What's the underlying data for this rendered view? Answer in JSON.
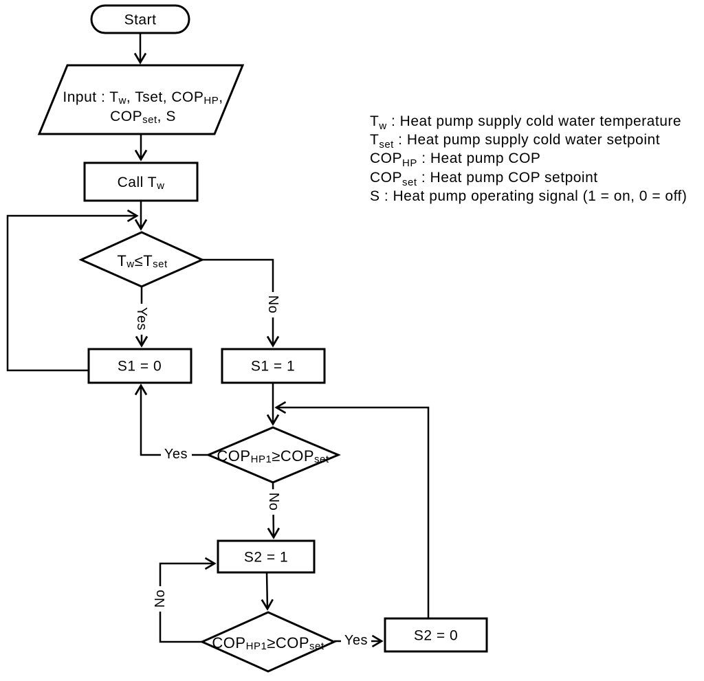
{
  "diagram": {
    "colors": {
      "line": "#000000",
      "background": "#ffffff",
      "text": "#000000"
    },
    "nodes": {
      "start": {
        "type": "terminator",
        "label": "Start"
      },
      "input": {
        "type": "io",
        "line1": [
          {
            "t": "Input : T"
          },
          {
            "t": "w",
            "sub": true
          },
          {
            "t": ", Tset, COP"
          },
          {
            "t": "HP",
            "sub": true
          },
          {
            "t": ","
          }
        ],
        "line2": [
          {
            "t": "COP"
          },
          {
            "t": "set",
            "sub": true
          },
          {
            "t": ", S"
          }
        ]
      },
      "call_tw": {
        "type": "process",
        "parts": [
          {
            "t": "Call T"
          },
          {
            "t": "w",
            "sub": true
          }
        ]
      },
      "decision_tw": {
        "type": "decision",
        "parts": [
          {
            "t": "T"
          },
          {
            "t": "w",
            "sub": true
          },
          {
            "t": "≤T"
          },
          {
            "t": "set",
            "sub": true
          }
        ]
      },
      "s1_zero": {
        "type": "process",
        "label": "S1 = 0"
      },
      "s1_one": {
        "type": "process",
        "label": "S1 = 1"
      },
      "decision_cop_upper": {
        "type": "decision",
        "parts": [
          {
            "t": "COP"
          },
          {
            "t": "HP1",
            "sub": true
          },
          {
            "t": "≥COP"
          },
          {
            "t": "set",
            "sub": true
          }
        ]
      },
      "s2_one": {
        "type": "process",
        "label": "S2 = 1"
      },
      "decision_cop_lower": {
        "type": "decision",
        "parts": [
          {
            "t": "COP"
          },
          {
            "t": "HP1",
            "sub": true
          },
          {
            "t": "≥COP"
          },
          {
            "t": "set",
            "sub": true
          }
        ]
      },
      "s2_zero": {
        "type": "process",
        "label": "S2 = 0"
      }
    },
    "edges": [
      {
        "from": "start",
        "to": "input"
      },
      {
        "from": "input",
        "to": "call_tw"
      },
      {
        "from": "call_tw",
        "to": "decision_tw"
      },
      {
        "from": "decision_tw",
        "to": "s1_zero",
        "label": "Yes"
      },
      {
        "from": "decision_tw",
        "to": "s1_one",
        "label": "No"
      },
      {
        "from": "s1_zero",
        "to": "decision_tw"
      },
      {
        "from": "s1_one",
        "to": "decision_cop_upper"
      },
      {
        "from": "decision_cop_upper",
        "to": "s1_zero",
        "label": "Yes"
      },
      {
        "from": "decision_cop_upper",
        "to": "s2_one",
        "label": "No"
      },
      {
        "from": "s2_one",
        "to": "decision_cop_lower"
      },
      {
        "from": "decision_cop_lower",
        "to": "s2_zero",
        "label": "Yes"
      },
      {
        "from": "decision_cop_lower",
        "to": "s2_one",
        "label": "No"
      },
      {
        "from": "s2_zero",
        "to": "decision_cop_upper"
      }
    ],
    "legend": {
      "lines": [
        {
          "parts": [
            {
              "t": "T"
            },
            {
              "t": "w",
              "sub": true
            },
            {
              "t": " : Heat pump supply cold water temperature"
            }
          ]
        },
        {
          "parts": [
            {
              "t": "T"
            },
            {
              "t": "set",
              "sub": true
            },
            {
              "t": " : Heat pump supply cold water setpoint"
            }
          ]
        },
        {
          "parts": [
            {
              "t": "COP"
            },
            {
              "t": "HP",
              "sub": true
            },
            {
              "t": " : Heat pump COP"
            }
          ]
        },
        {
          "parts": [
            {
              "t": "COP"
            },
            {
              "t": "set",
              "sub": true
            },
            {
              "t": " : Heat pump COP setpoint"
            }
          ]
        },
        {
          "parts": [
            {
              "t": "S : Heat pump operating signal (1 = on, 0 = off)"
            }
          ]
        }
      ]
    }
  }
}
